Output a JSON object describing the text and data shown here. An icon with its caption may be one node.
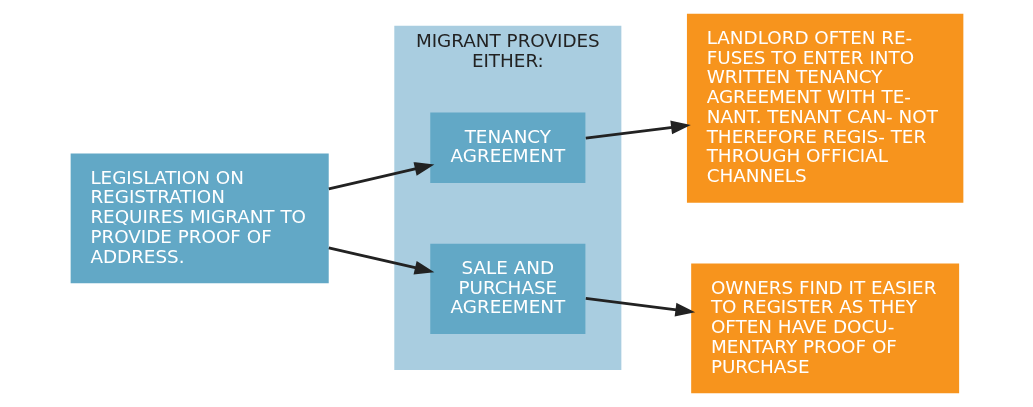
{
  "diagram": {
    "nodes": [
      {
        "text": [
          "LEGISLATION ON REGISTRATION REQUIRES MIGRANT TO PROVIDE PROOF OF ADDRESS."
        ]
      },
      {
        "text": [
          "MIGRANT PROVIDES EITHER:"
        ]
      },
      {
        "text": [
          "TENANCY AGREEMENT"
        ],
        "in": 1
      },
      {
        "text": [
          "SALE AND PURCHASE AGREEMENT"
        ],
        "in": 1
      },
      {
        "text": [
          "LANDLORD OFTEN RE- FUSES TO ENTER INTO WRITTEN TENANCY AGREEMENT WITH TE- NANT. TENANT CAN- NOT THEREFORE REGIS- TER THROUGH OFFICIAL CHANNELS"
        ]
      },
      {
        "text": [
          "OWNERS FIND IT EASIER TO REGISTER AS THEY OFTEN HAVE DOCU- MENTARY PROOF OF PURCHASE"
        ]
      }
    ],
    "edges": [
      {
        "from": 0,
        "to": 2,
        "arrow": "to"
      },
      {
        "from": 0,
        "to": 3,
        "arrow": "to"
      },
      {
        "from": 2,
        "to": 4,
        "arrow": "to"
      },
      {
        "from": 3,
        "to": 5,
        "arrow": "to"
      }
    ]
  }
}
